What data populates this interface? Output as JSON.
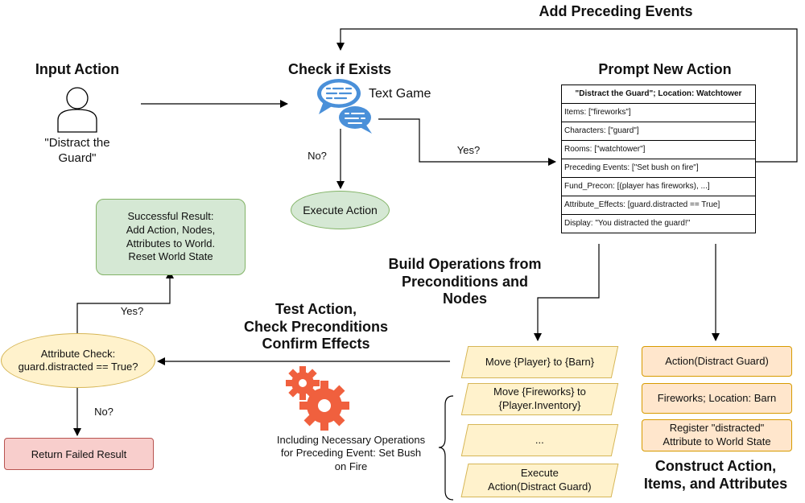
{
  "headings": {
    "add_preceding": "Add Preceding Events",
    "input_action": "Input Action",
    "check_exists": "Check if Exists",
    "prompt_new": "Prompt New Action",
    "build_ops": "Build Operations from\nPreconditions and\nNodes",
    "test_action": "Test Action,\nCheck Preconditions\nConfirm Effects",
    "construct": "Construct Action,\nItems, and Attributes"
  },
  "input_quote": "\"Distract the\nGuard\"",
  "text_game_label": "Text Game",
  "edge_labels": {
    "no_exists": "No?",
    "yes_exists": "Yes?",
    "yes_check": "Yes?",
    "no_check": "No?"
  },
  "nodes": {
    "execute_action": "Execute Action",
    "success_result": "Successful Result:\nAdd Action, Nodes,\nAttributes to World.\nReset World State",
    "attribute_check": "Attribute Check:\nguard.distracted == True?",
    "failed_result": "Return Failed Result",
    "necessary_ops": "Including Necessary Operations\nfor Preceding Event: Set Bush\non Fire"
  },
  "prompt_table": {
    "header": "\"Distract the Guard\"; Location: Watchtower",
    "rows": [
      "Items: [\"fireworks\"]",
      "Characters: [\"guard\"]",
      "Rooms: [\"watchtower\"]",
      "Preceding Events: [\"Set bush on fire\"]",
      "Fund_Precon: [(player has fireworks), ...]",
      "Attribute_Effects: [guard.distracted == True]",
      "Display: \"You distracted the guard!\""
    ]
  },
  "operations": [
    "Move {Player} to {Barn}",
    "Move {Fireworks} to\n{Player.Inventory}",
    "...",
    "Execute\nAction(Distract Guard)"
  ],
  "constructs": [
    "Action(Distract Guard)",
    "Fireworks; Location: Barn",
    "Register \"distracted\"\nAttribute to World State"
  ],
  "icons": {
    "person": "person-icon",
    "chat": "chat-bubbles-icon",
    "gears": "gears-icon"
  },
  "colors": {
    "green_fill": "#d5e8d4",
    "green_stroke": "#82b366",
    "yellow_fill": "#fff2cc",
    "yellow_stroke": "#d6b656",
    "red_fill": "#f8cecc",
    "red_stroke": "#b85450",
    "orange_fill": "#ffe6cc",
    "orange_stroke": "#d79b00",
    "chat_blue": "#4a90d9",
    "gear_red": "#f0603e"
  }
}
